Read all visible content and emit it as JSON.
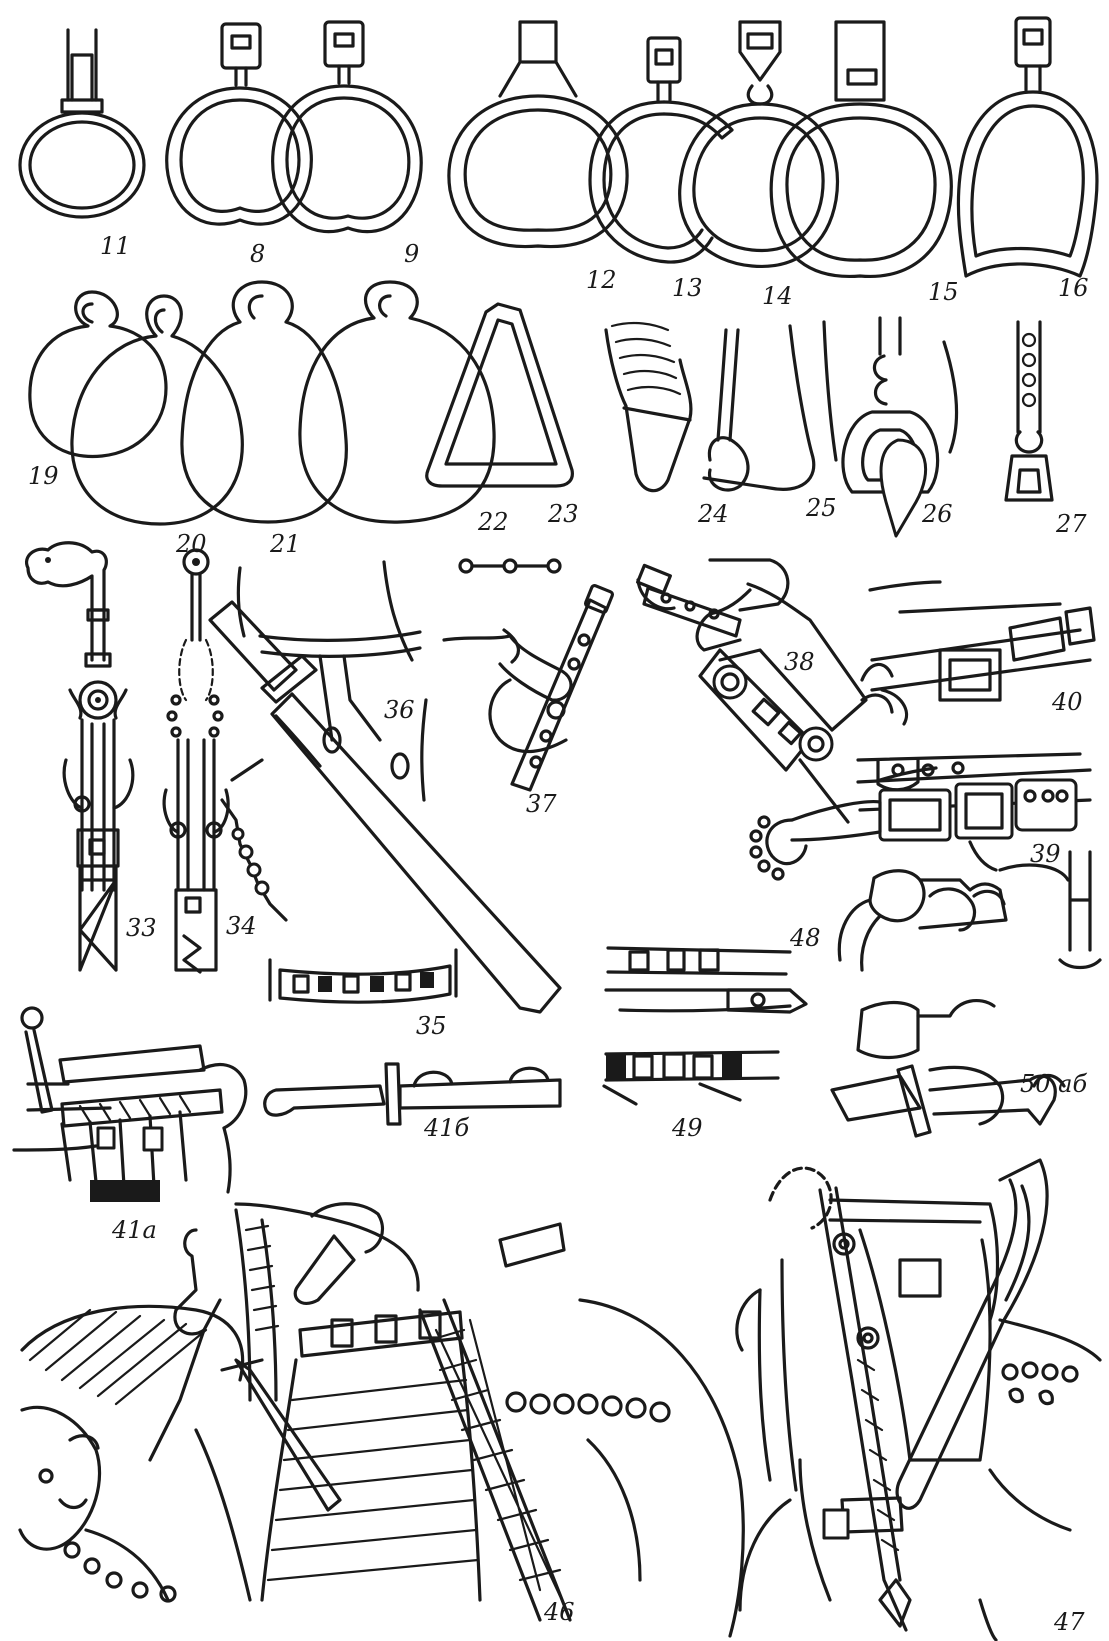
{
  "plate": {
    "background": "#ffffff",
    "ink": "#1a1a1a",
    "figure_numbers": {
      "f11": "11",
      "f8": "8",
      "f9": "9",
      "f12": "12",
      "f13": "13",
      "f14": "14",
      "f15": "15",
      "f16": "16",
      "f19": "19",
      "f20": "20",
      "f21": "21",
      "f22": "22",
      "f23": "23",
      "f24": "24",
      "f25": "25",
      "f26": "26",
      "f27": "27",
      "f33": "33",
      "f34": "34",
      "f35": "35",
      "f36": "36",
      "f37": "37",
      "f38": "38",
      "f39": "39",
      "f40": "40",
      "f41a": "41а",
      "f41b": "41б",
      "f46": "46",
      "f47": "47",
      "f48": "48",
      "f49": "49",
      "f50": "50 аб"
    }
  }
}
